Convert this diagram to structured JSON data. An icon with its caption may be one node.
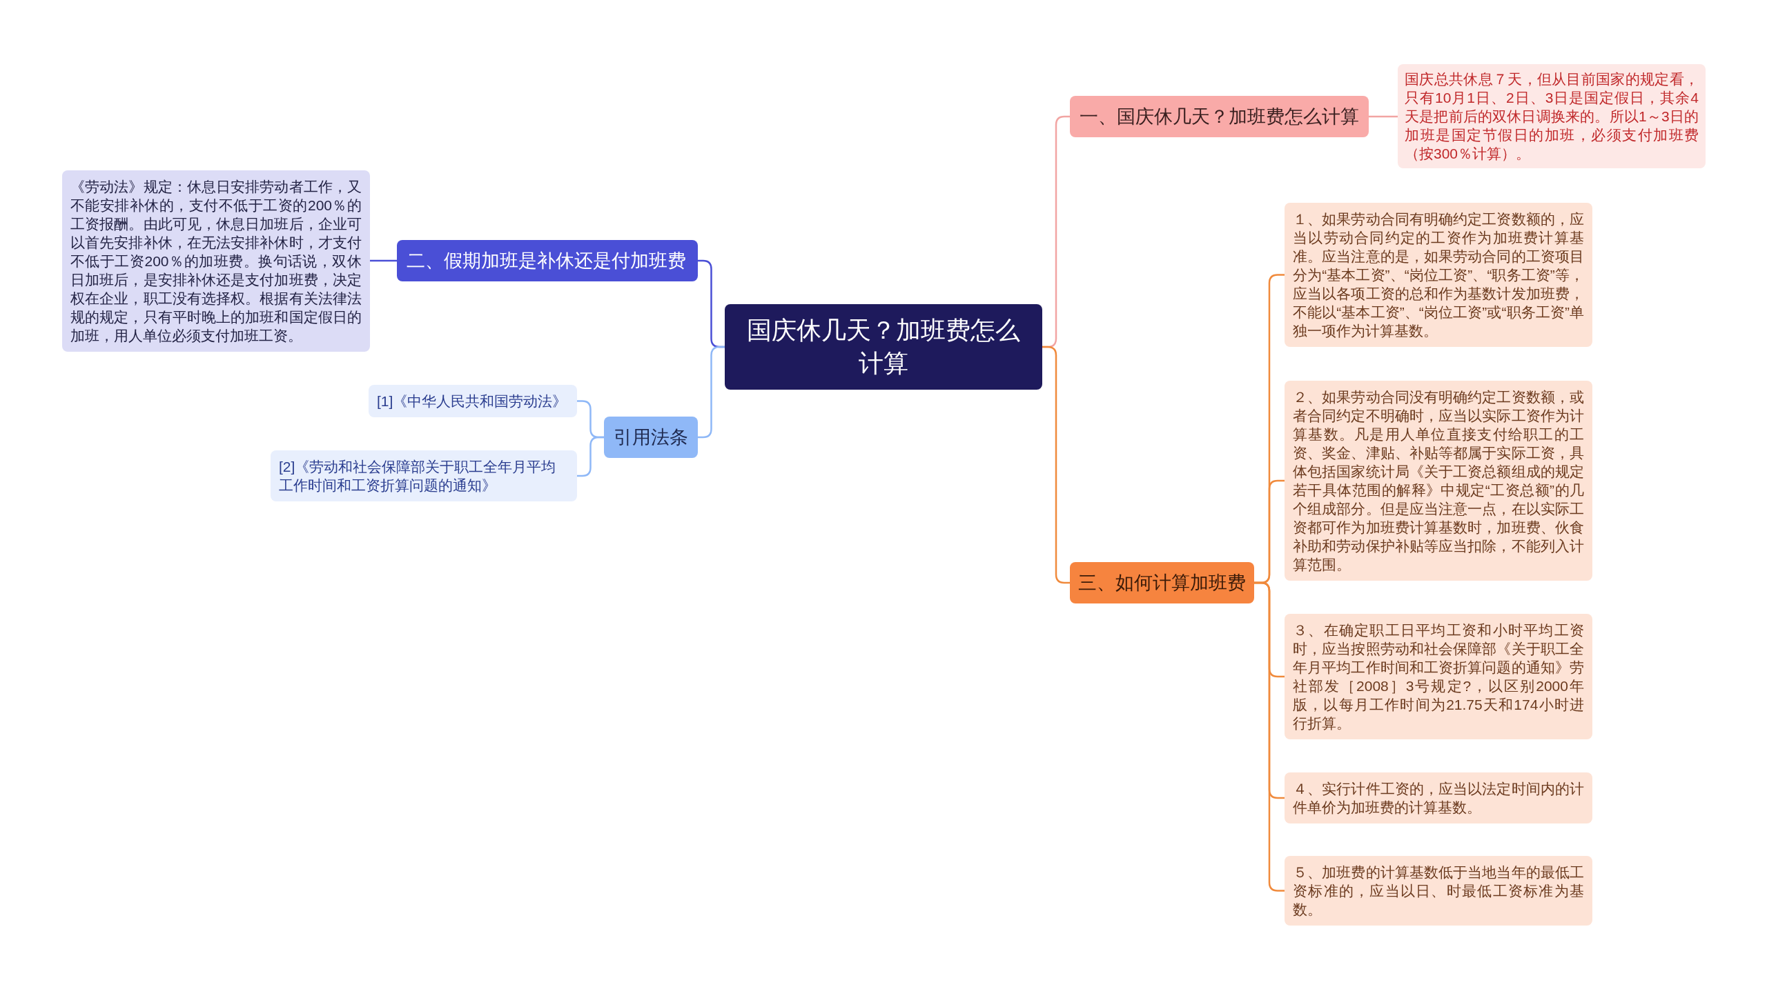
{
  "diagram": {
    "nodes": [
      {
        "text": [
          "国庆休几天？加班费怎么计算"
        ]
      },
      {
        "text": [
          "一、国庆休几天？加班费怎么计算"
        ]
      },
      {
        "text": [
          "国庆总共休息７天，但从目前国家的规定看，只有10月1日、2日、3日是国定假日，其余4天是把前后的双休日调换来的。所以1～3日的加班是国定节假日的加班，必须支付加班费（按300％计算）。"
        ]
      },
      {
        "text": [
          "二、假期加班是补休还是付加班费"
        ]
      },
      {
        "text": [
          "《劳动法》规定：休息日安排劳动者工作，又不能安排补休的，支付不低于工资的200％的工资报酬。由此可见，休息日加班后，企业可以首先安排补休，在无法安排补休时，才支付不低于工资200％的加班费。换句话说，双休日加班后，是安排补休还是支付加班费，决定权在企业，职工没有选择权。根据有关法律法规的规定，只有平时晚上的加班和国定假日的加班，用人单位必须支付加班工资。"
        ]
      },
      {
        "text": [
          "引用法条"
        ]
      },
      {
        "text": [
          "[1]《中华人民共和国劳动法》"
        ]
      },
      {
        "text": [
          "[2]《劳动和社会保障部关于职工全年月平均工作时间和工资折算问题的通知》"
        ]
      },
      {
        "text": [
          "三、如何计算加班费"
        ]
      },
      {
        "text": [
          "１、如果劳动合同有明确约定工资数额的，应当以劳动合同约定的工资作为加班费计算基准。应当注意的是，如果劳动合同的工资项目分为“基本工资”、“岗位工资”、“职务工资”等，应当以各项工资的总和作为基数计发加班费，不能以“基本工资”、“岗位工资”或“职务工资”单独一项作为计算基数。"
        ]
      },
      {
        "text": [
          "２、如果劳动合同没有明确约定工资数额，或者合同约定不明确时，应当以实际工资作为计算基数。凡是用人单位直接支付给职工的工资、奖金、津贴、补贴等都属于实际工资，具体包括国家统计局《关于工资总额组成的规定若干具体范围的解释》中规定“工资总额”的几个组成部分。但是应当注意一点，在以实际工资都可作为加班费计算基数时，加班费、伙食补助和劳动保护补贴等应当扣除，不能列入计算范围。"
        ]
      },
      {
        "text": [
          "３、在确定职工日平均工资和小时平均工资时，应当按照劳动和社会保障部《关于职工全年月平均工作时间和工资折算问题的通知》劳社部发［2008］3号规定?，以区别2000年版，以每月工作时间为21.75天和174小时进行折算。"
        ]
      },
      {
        "text": [
          "４、实行计件工资的，应当以法定时间内的计件单价为加班费的计算基数。"
        ]
      },
      {
        "text": [
          "５、加班费的计算基数低于当地当年的最低工资标准的，应当以日、时最低工资标准为基数。"
        ]
      }
    ],
    "edges": [
      {
        "from": 0,
        "to": 1,
        "arrow": "none",
        "color": "#f2a5a3"
      },
      {
        "from": 1,
        "to": 2,
        "arrow": "none",
        "color": "#f2a5a3"
      },
      {
        "from": 0,
        "to": 3,
        "arrow": "none",
        "color": "#4a4fd6"
      },
      {
        "from": 3,
        "to": 4,
        "arrow": "none",
        "color": "#4a4fd6"
      },
      {
        "from": 0,
        "to": 5,
        "arrow": "none",
        "color": "#8fb8f7"
      },
      {
        "from": 5,
        "to": 6,
        "arrow": "none",
        "color": "#8fb8f7"
      },
      {
        "from": 5,
        "to": 7,
        "arrow": "none",
        "color": "#8fb8f7"
      },
      {
        "from": 0,
        "to": 8,
        "arrow": "none"
      },
      {
        "from": 8,
        "to": 9,
        "arrow": "none"
      },
      {
        "from": 8,
        "to": 10,
        "arrow": "none"
      },
      {
        "from": 8,
        "to": 11,
        "arrow": "none"
      },
      {
        "from": 8,
        "to": 12,
        "arrow": "none"
      },
      {
        "from": 8,
        "to": 13,
        "arrow": "none"
      }
    ]
  }
}
